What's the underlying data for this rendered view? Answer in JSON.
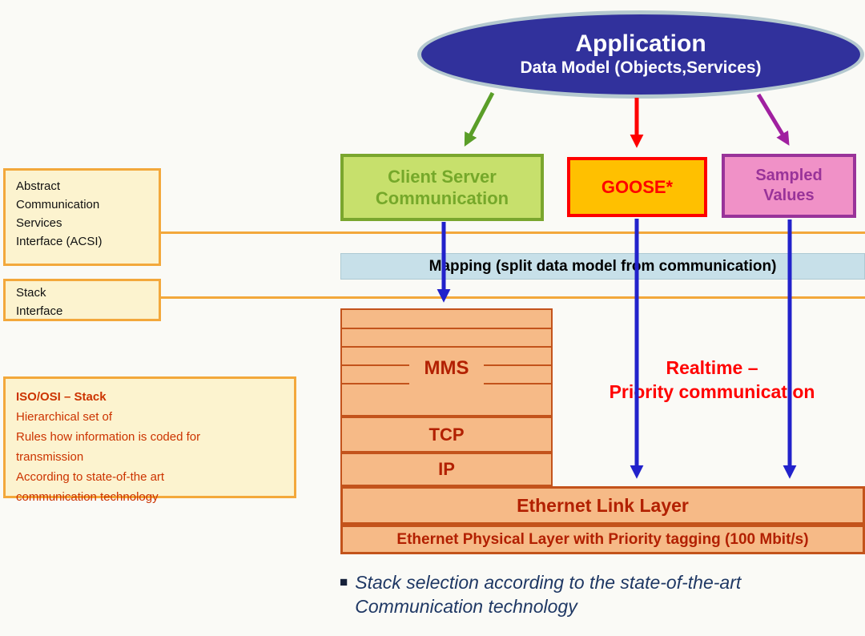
{
  "application": {
    "title": "Application",
    "subtitle": "Data Model (Objects,Services)"
  },
  "top_boxes": {
    "client_server": {
      "line1": "Client Server",
      "line2": "Communication"
    },
    "goose": {
      "label": "GOOSE*"
    },
    "sampled_values": {
      "line1": "Sampled",
      "line2": "Values"
    }
  },
  "left_labels": {
    "acsi": {
      "lines": [
        "Abstract",
        "Communication",
        "Services",
        "Interface (ACSI)"
      ]
    },
    "stack_interface": {
      "lines": [
        "Stack",
        "Interface"
      ]
    },
    "iso_osi": {
      "title": "ISO/OSI – Stack",
      "lines": [
        "Hierarchical set of",
        "Rules how information is coded for",
        "transmission",
        "According to state-of-the art",
        "communication technology"
      ]
    }
  },
  "mapping_bar": {
    "label": "Mapping (split data model from communication)"
  },
  "protocol_stack": {
    "mms": "MMS",
    "tcp": "TCP",
    "ip": "IP",
    "ethernet_link": "Ethernet Link Layer",
    "ethernet_physical": "Ethernet Physical Layer with Priority tagging (100 Mbit/s)"
  },
  "realtime_note": {
    "line1": "Realtime –",
    "line2": "Priority communication"
  },
  "footnote": {
    "bullet": "■",
    "line1": "Stack selection according to the state-of-the-art",
    "line2": "Communication technology"
  },
  "colors": {
    "ellipse_fill": "#31319C",
    "ellipse_border": "#B5C9CF",
    "client_server_fill": "#C7E06C",
    "client_server_border": "#7AA62E",
    "goose_fill": "#FFC000",
    "goose_border": "#FE0000",
    "sampled_fill": "#F091C7",
    "sampled_border": "#993399",
    "cream_fill": "#FCF3CF",
    "orange_border": "#F3A83B",
    "mapping_fill": "#C7E0E9",
    "stack_fill": "#F6BA87",
    "stack_border": "#C3531B",
    "stack_text": "#B22000",
    "arrow_blue": "#2222CB",
    "arrow_green": "#5A9E28",
    "arrow_red": "#FE0000",
    "arrow_magenta": "#A020A0",
    "realtime_red": "#FF0000",
    "footnote_navy": "#1F3864"
  }
}
